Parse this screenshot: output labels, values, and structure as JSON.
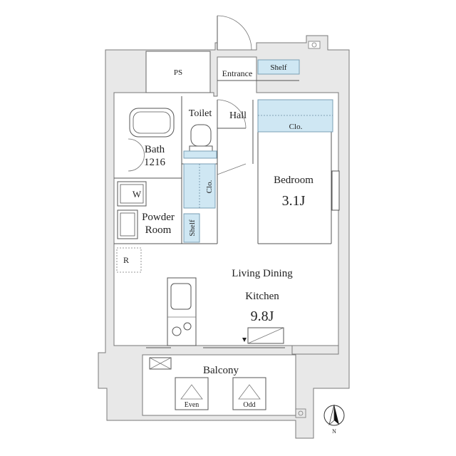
{
  "rooms": {
    "ps": "PS",
    "entrance": "Entrance",
    "entrance_shelf": "Shelf",
    "toilet": "Toilet",
    "hall": "Hall",
    "closet_top": "Clo.",
    "closet_side": "Clo.",
    "bath": "Bath",
    "bath_size": "1216",
    "washer": "W",
    "powder_line1": "Powder",
    "powder_line2": "Room",
    "shelf_side": "Shelf",
    "refrigerator": "R",
    "bedroom": "Bedroom",
    "bedroom_size": "3.1J",
    "ldk_line1": "Living Dining",
    "ldk_line2": "Kitchen",
    "ldk_size": "9.8J",
    "balcony": "Balcony",
    "ac_even": "Even",
    "ac_odd": "Odd"
  },
  "compass": {
    "label": "N"
  },
  "colors": {
    "storage": "#cfe7f3",
    "wall": "#e8e8e8"
  }
}
